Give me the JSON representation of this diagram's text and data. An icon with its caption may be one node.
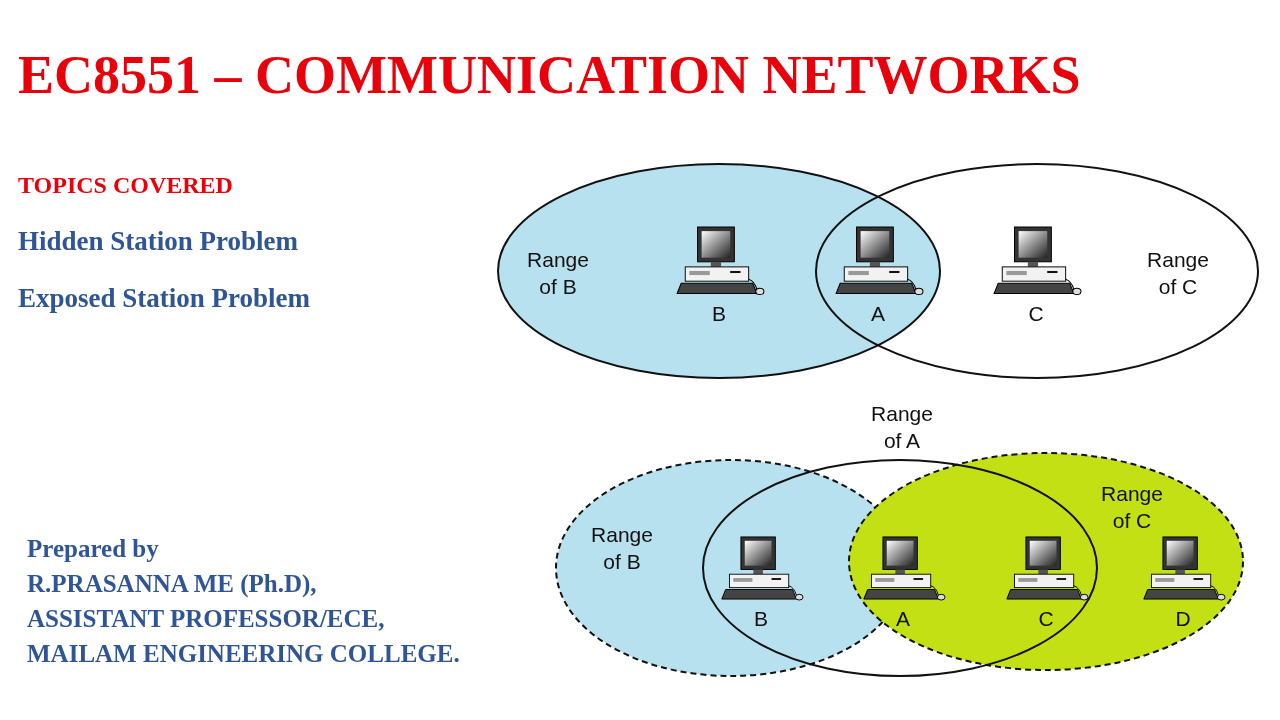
{
  "diagram": {
    "title": "EC8551 – COMMUNICATION NETWORKS",
    "nodes": [
      {
        "text": [
          "Range of B"
        ]
      },
      {
        "text": [
          "Range of C"
        ]
      },
      {
        "text": [],
        "shape": "computer",
        "beside": [
          "B"
        ],
        "in": 0
      },
      {
        "text": [],
        "shape": "computer",
        "beside": [
          "A"
        ]
      },
      {
        "text": [],
        "shape": "computer",
        "beside": [
          "C"
        ],
        "in": 1
      },
      {
        "text": [
          "Range of B"
        ]
      },
      {
        "text": [
          "Range of A"
        ]
      },
      {
        "text": [
          "Range of C"
        ]
      },
      {
        "text": [],
        "shape": "computer",
        "beside": [
          "B"
        ]
      },
      {
        "text": [],
        "shape": "computer",
        "beside": [
          "A"
        ]
      },
      {
        "text": [],
        "shape": "computer",
        "beside": [
          "C"
        ]
      },
      {
        "text": [],
        "shape": "computer",
        "beside": [
          "D"
        ],
        "in": 7
      }
    ],
    "labels": [
      "TOPICS COVERED",
      "Hidden Station Problem",
      "Exposed Station Problem",
      "Prepared by",
      "R.PRASANNA ME (Ph.D),",
      "ASSISTANT PROFESSOR/ECE,",
      "MAILAM ENGINEERING COLLEGE."
    ]
  }
}
